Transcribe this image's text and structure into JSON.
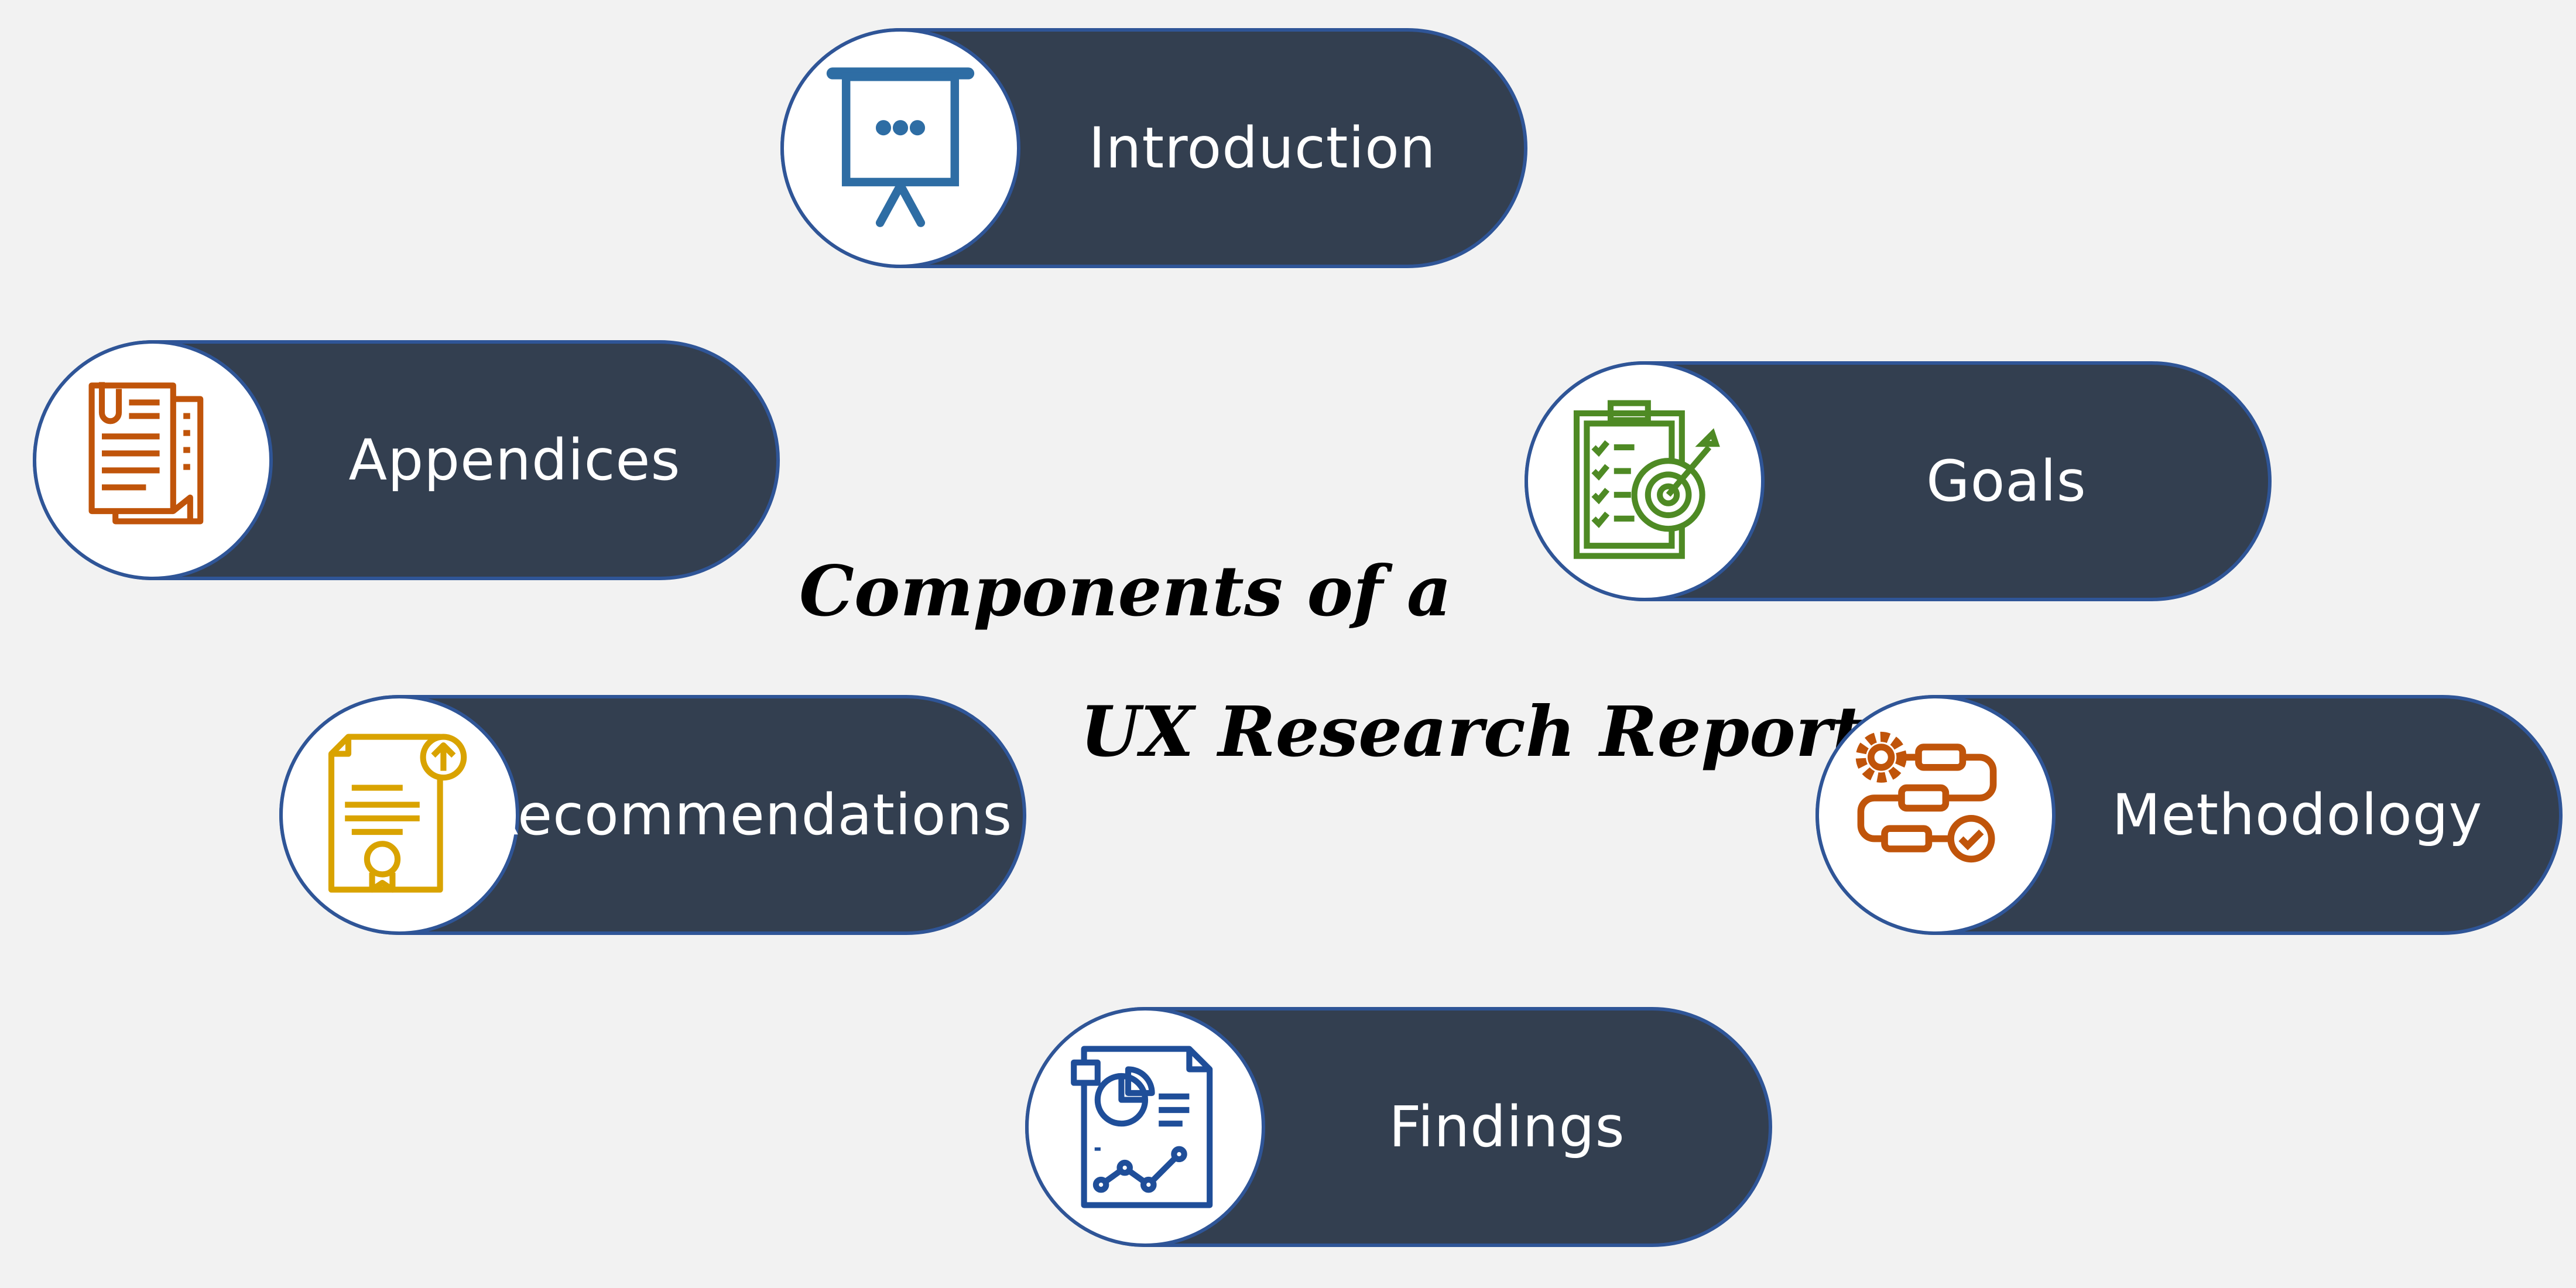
{
  "title": {
    "line1": "Components of a",
    "line2": "UX Research Report"
  },
  "colors": {
    "background": "#F2F2F2",
    "pill": "#333F50",
    "border": "#2F5597",
    "icon_blue": "#2E6DA4",
    "icon_orange": "#C0540A",
    "icon_green": "#4E8A24",
    "icon_gold": "#D9A300",
    "icon_navy": "#1F4E99"
  },
  "components": {
    "introduction": {
      "label": "Introduction",
      "icon": "presentation-board-icon"
    },
    "appendices": {
      "label": "Appendices",
      "icon": "documents-clip-icon"
    },
    "goals": {
      "label": "Goals",
      "icon": "clipboard-target-icon"
    },
    "recommendations": {
      "label": "Recommendations",
      "icon": "certificate-icon"
    },
    "methodology": {
      "label": "Methodology",
      "icon": "process-flow-icon"
    },
    "findings": {
      "label": "Findings",
      "icon": "report-chart-icon"
    }
  }
}
